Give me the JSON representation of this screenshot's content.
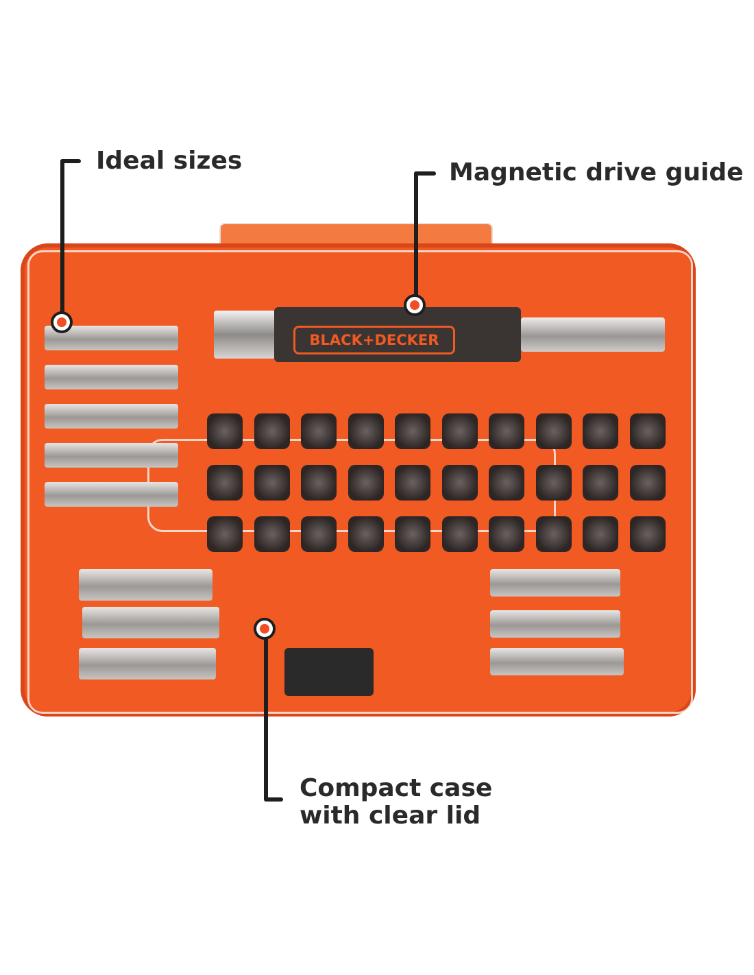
{
  "callouts": {
    "ideal_sizes": "Ideal sizes",
    "magnetic_drive_guide": "Magnetic drive guide",
    "compact_case_line1": "Compact case",
    "compact_case_line2": "with clear lid"
  },
  "product": {
    "brand_logo": "BLACK+DECKER"
  },
  "colors": {
    "case": "#f15a22",
    "text": "#2a2a2a"
  }
}
